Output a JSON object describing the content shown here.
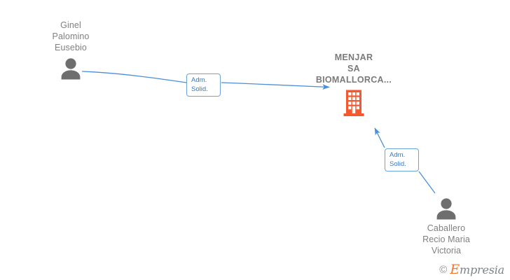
{
  "graph": {
    "background_color": "#ffffff",
    "nodes": [
      {
        "id": "person-left",
        "type": "person",
        "icon": "person-icon",
        "label": "Ginel\nPalomino\nEusebio",
        "color": "#808080"
      },
      {
        "id": "company",
        "type": "company",
        "icon": "building-icon",
        "label": "MENJAR\nSA\nBIOMALLORCA...",
        "color": "#7a7a7a",
        "icon_color": "#f4582e"
      },
      {
        "id": "person-right",
        "type": "person",
        "icon": "person-icon",
        "label": "Caballero\nRecio Maria\nVictoria",
        "color": "#808080"
      }
    ],
    "edges": [
      {
        "id": "edge-left",
        "from": "person-left",
        "to": "company",
        "label": "Adm.\nSolid.",
        "color": "#4a8fd8",
        "arrow": true
      },
      {
        "id": "edge-right",
        "from": "person-right",
        "to": "company",
        "label": "Adm.\nSolid.",
        "color": "#4a8fd8",
        "arrow": true
      }
    ]
  },
  "watermark": {
    "copyright": "©",
    "initial": "E",
    "rest": "mpresia",
    "brand_color": "#f4772b",
    "text_color": "#7c8388"
  }
}
